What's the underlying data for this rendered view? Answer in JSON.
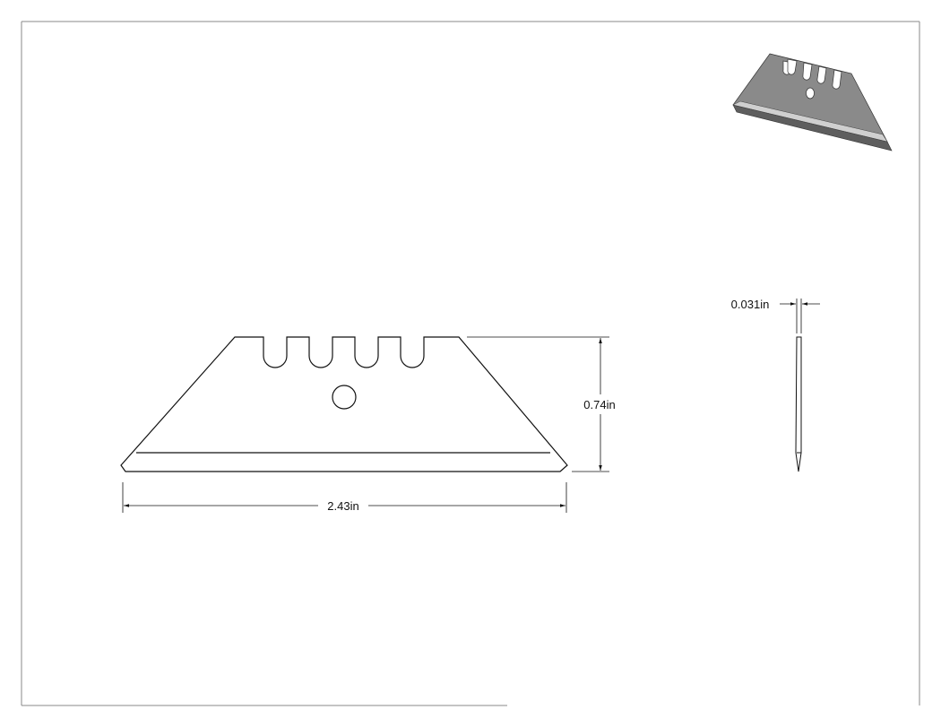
{
  "drawing": {
    "dimensions": {
      "width": "2.43in",
      "height": "0.74in",
      "thickness": "0.031in"
    },
    "colors": {
      "line": "#111111",
      "border": "#888888",
      "blade_face": "#8a8a8a",
      "blade_edge": "#cfcfcf",
      "blade_shadow": "#5e5e5e"
    }
  }
}
